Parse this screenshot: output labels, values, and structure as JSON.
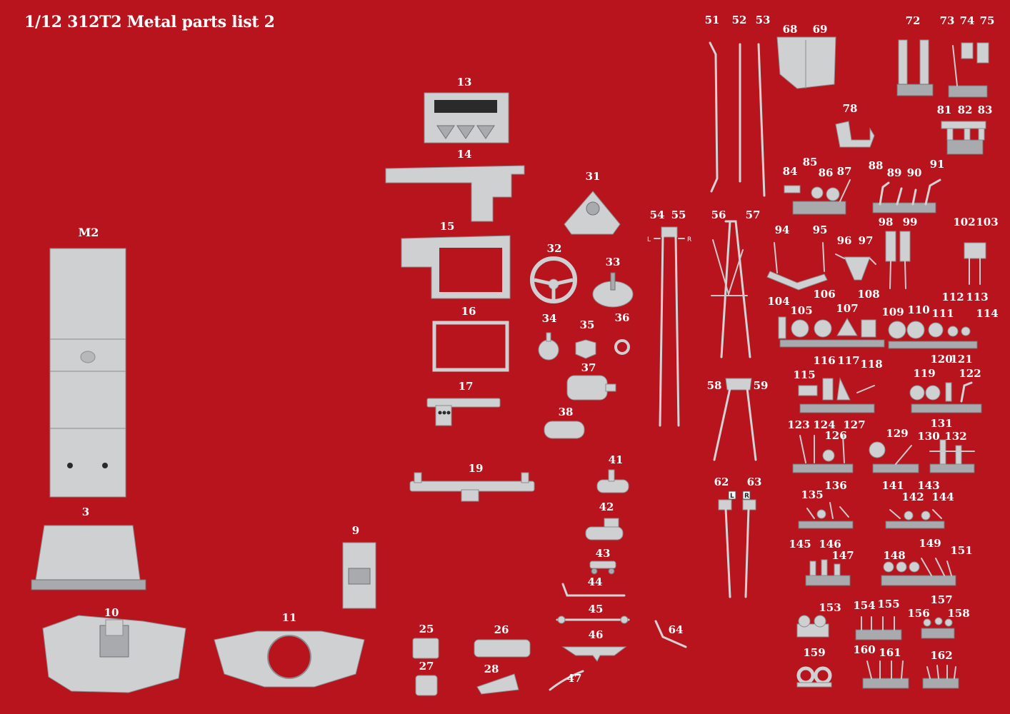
{
  "title": "1/12 312T2 Metal parts list 2",
  "side_marks": {
    "left": "L",
    "right": "R"
  },
  "part_numbers": [
    "M2",
    "3",
    "9",
    "10",
    "11",
    "13",
    "14",
    "15",
    "16",
    "17",
    "19",
    "25",
    "26",
    "27",
    "28",
    "31",
    "32",
    "33",
    "34",
    "35",
    "36",
    "37",
    "38",
    "41",
    "42",
    "43",
    "44",
    "45",
    "46",
    "47",
    "51",
    "52",
    "53",
    "54",
    "55",
    "56",
    "57",
    "58",
    "59",
    "62",
    "63",
    "64",
    "68",
    "69",
    "72",
    "73",
    "74",
    "75",
    "78",
    "81",
    "82",
    "83",
    "84",
    "85",
    "86",
    "87",
    "88",
    "89",
    "90",
    "91",
    "94",
    "95",
    "96",
    "97",
    "98",
    "99",
    "102",
    "103",
    "104",
    "105",
    "106",
    "107",
    "108",
    "109",
    "110",
    "111",
    "112",
    "113",
    "114",
    "115",
    "116",
    "117",
    "118",
    "119",
    "120",
    "121",
    "122",
    "123",
    "124",
    "126",
    "127",
    "129",
    "130",
    "131",
    "132",
    "135",
    "136",
    "141",
    "142",
    "143",
    "144",
    "145",
    "146",
    "147",
    "148",
    "149",
    "151",
    "153",
    "154",
    "155",
    "156",
    "157",
    "158",
    "159",
    "160",
    "161",
    "162"
  ],
  "colors": {
    "background": "#b8141d",
    "parts": "#cfd0d2",
    "labels": "#ffffff"
  }
}
